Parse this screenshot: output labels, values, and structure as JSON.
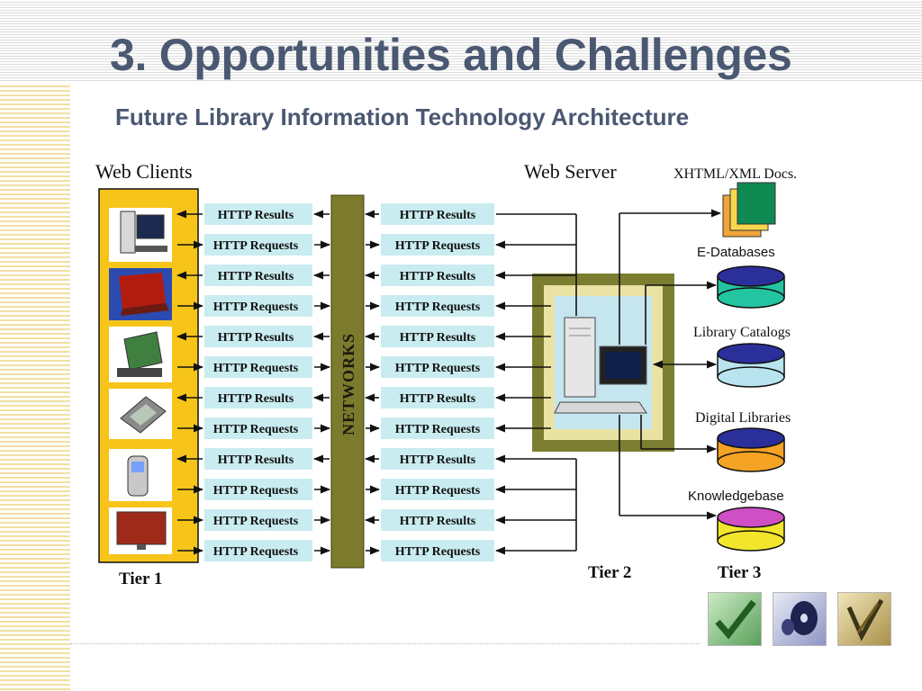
{
  "slide": {
    "title": "3. Opportunities and Challenges",
    "subtitle": "Future Library Information Technology Architecture"
  },
  "diagram": {
    "web_clients_label": "Web Clients",
    "web_server_label": "Web Server",
    "networks_label": "NETWORKS",
    "tiers": [
      "Tier 1",
      "Tier 2",
      "Tier 3"
    ],
    "client_devices": [
      "desktop-computer-icon",
      "laptop-icon",
      "tablet-pc-icon",
      "pda-icon",
      "mobile-phone-icon",
      "flat-screen-icon"
    ],
    "left_messages": [
      "HTTP Results",
      "HTTP Requests",
      "HTTP Results",
      "HTTP Requests",
      "HTTP Results",
      "HTTP Requests",
      "HTTP Results",
      "HTTP Requests",
      "HTTP Results",
      "HTTP Requests",
      "HTTP Requests",
      "HTTP Requests"
    ],
    "right_messages": [
      "HTTP Results",
      "HTTP Requests",
      "HTTP Results",
      "HTTP Requests",
      "HTTP Results",
      "HTTP Requests",
      "HTTP Results",
      "HTTP Requests",
      "HTTP Results",
      "HTTP Requests",
      "HTTP Results",
      "HTTP Requests"
    ],
    "resources": [
      {
        "label": "XHTML/XML Docs.",
        "icon": "documents-icon"
      },
      {
        "label": "E-Databases",
        "icon": "database-icon",
        "top_color": "#2b2f9a",
        "bottom_color": "#23c4a0"
      },
      {
        "label": "Library Catalogs",
        "icon": "database-icon",
        "top_color": "#2b2f9a",
        "bottom_color": "#b9e4ef"
      },
      {
        "label": "Digital Libraries",
        "icon": "database-icon",
        "top_color": "#2b2f9a",
        "bottom_color": "#f4a324"
      },
      {
        "label": "Knowledgebase",
        "icon": "database-icon",
        "top_color": "#cf4fc4",
        "bottom_color": "#f2e62c"
      }
    ],
    "colors": {
      "client_panel": "#f7c51a",
      "network_bar": "#7c7a2d",
      "message_box": "#c9ecf0",
      "server_outer": "#7b7d30",
      "server_middle": "#e9e2a3",
      "server_inner": "#c5e6ee"
    }
  },
  "nav_buttons": [
    {
      "icon": "checkmark-icon"
    },
    {
      "icon": "disc-icon"
    },
    {
      "icon": "pen-icon"
    }
  ]
}
